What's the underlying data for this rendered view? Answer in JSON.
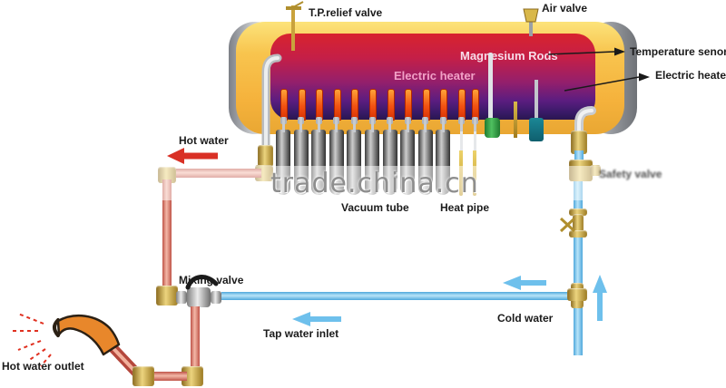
{
  "watermark": {
    "text": "trade.china.cn"
  },
  "tank": {
    "electric_heater_inside": "Electric heater",
    "magnesium_rods": "Magnesium Rods"
  },
  "callouts": {
    "tp_relief_valve": "T.P.relief valve",
    "air_valve": "Air valve",
    "temperature_sensor": "Temperature senor",
    "electric_heater": "Electric heater",
    "safety_valve": "Safety valve",
    "mixing_valve": "Mixing valve"
  },
  "flows": {
    "hot_water": "Hot water",
    "cold_water": "Cold water",
    "tap_water_inlet": "Tap water inlet",
    "hot_water_outlet": "Hot water outlet"
  },
  "parts": {
    "vacuum_tube": "Vacuum tube",
    "heat_pipe": "Heat pipe"
  },
  "counts": {
    "vacuum_tubes": 10,
    "heat_pipe_tips": 12,
    "bare_heat_pipes": 2
  },
  "colors": {
    "tank_shell": "#f8c44e",
    "tank_gradient_top": "#d8232e",
    "tank_gradient_bottom": "#2a1650",
    "hot_pipe": "#e09383",
    "cold_pipe": "#7ecdf2",
    "arrow_red": "#d93025",
    "arrow_blue": "#6ec0ec",
    "brass": "#c9a23c"
  }
}
